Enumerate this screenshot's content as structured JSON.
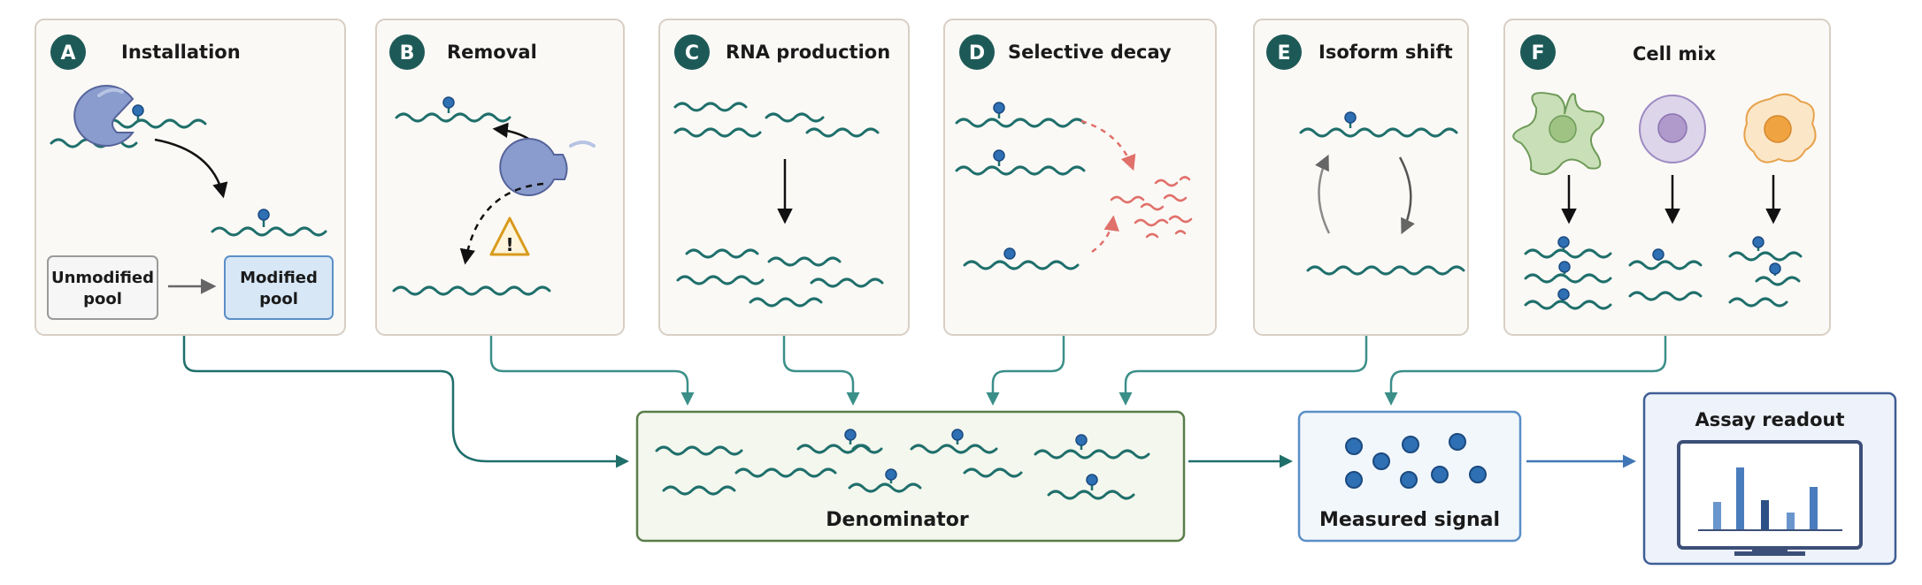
{
  "panels": [
    {
      "letter": "A",
      "title": "Installation"
    },
    {
      "letter": "B",
      "title": "Removal"
    },
    {
      "letter": "C",
      "title": "RNA production"
    },
    {
      "letter": "D",
      "title": "Selective decay"
    },
    {
      "letter": "E",
      "title": "Isoform shift"
    },
    {
      "letter": "F",
      "title": "Cell mix"
    }
  ],
  "pools": {
    "unmodified": [
      "Unmodified",
      "pool"
    ],
    "modified": [
      "Modified",
      "pool"
    ]
  },
  "warning_glyph": "!",
  "denominator_label": "Denominator",
  "measured_label": "Measured signal",
  "readout_title": "Assay readout",
  "colors": {
    "teal": "#1f6f6b",
    "modification": "#2f6fb3",
    "enzyme": "#7f93c4",
    "decay": "#e0706a",
    "warning": "#d89b1c",
    "panel_border": "#d8cfc4"
  },
  "icons": [
    "enzyme-icon",
    "modification-site-icon",
    "warning-icon",
    "star-cell-icon",
    "round-cell-icon",
    "fried-cell-icon",
    "monitor-icon"
  ]
}
